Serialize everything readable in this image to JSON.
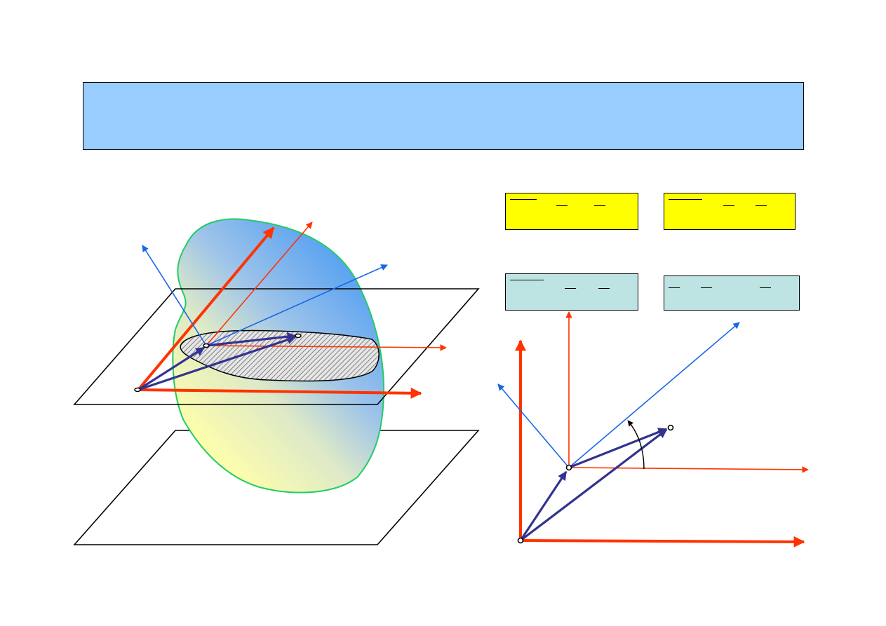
{
  "colors": {
    "banner_fill": "#99ccff",
    "formula_yellow": "#ffff00",
    "formula_teal": "#bde3e3",
    "frame_red": "#ff3300",
    "body_axis_blue": "#1a66e6",
    "position_vector_navy": "#33338f",
    "body_outline_green": "#22cc66",
    "plane_outline": "#000000"
  },
  "icons": {
    "point_marker": "small-open-circle",
    "body_region": "gradient-filled-blob",
    "cross_section": "hatched-region"
  }
}
